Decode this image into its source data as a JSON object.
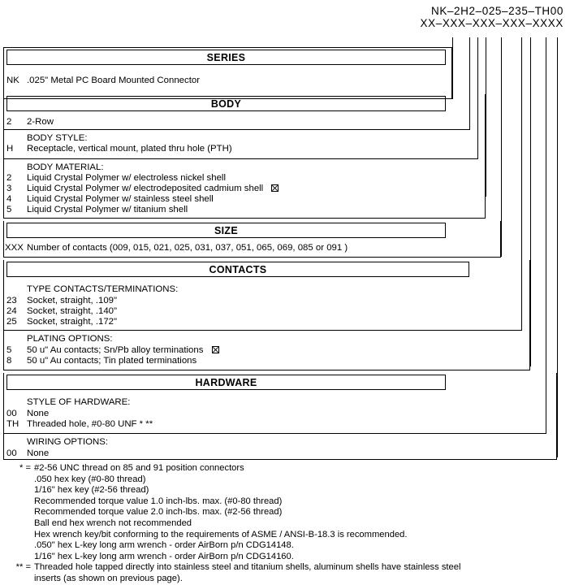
{
  "part_number": {
    "example": "NK–2H2–025–235–TH00",
    "mask": "XX–XXX–XXX–XXX–XXXX"
  },
  "sections": [
    {
      "title": "SERIES",
      "groups": [
        {
          "label": "",
          "options": [
            {
              "code": "NK",
              "text": ".025\" Metal PC Board Mounted Connector",
              "checked": false
            }
          ]
        }
      ]
    },
    {
      "title": "BODY",
      "groups": [
        {
          "label": "",
          "options": [
            {
              "code": "2",
              "text": "2-Row",
              "checked": false
            }
          ]
        },
        {
          "label": "BODY STYLE:",
          "options": [
            {
              "code": "H",
              "text": "Receptacle, vertical mount, plated thru hole (PTH)",
              "checked": false
            }
          ]
        },
        {
          "label": "BODY MATERIAL:",
          "options": [
            {
              "code": "2",
              "text": "Liquid Crystal Polymer w/ electroless nickel shell",
              "checked": false
            },
            {
              "code": "3",
              "text": "Liquid Crystal Polymer w/ electrodeposited cadmium shell",
              "checked": true
            },
            {
              "code": "4",
              "text": "Liquid Crystal Polymer w/ stainless steel shell",
              "checked": false
            },
            {
              "code": "5",
              "text": "Liquid Crystal Polymer w/ titanium shell",
              "checked": false
            }
          ]
        }
      ]
    },
    {
      "title": "SIZE",
      "groups": [
        {
          "label": "",
          "options": [
            {
              "code": "XXX",
              "text": "Number of contacts (009, 015, 021, 025, 031, 037, 051, 065, 069, 085 or 091 )",
              "checked": false
            }
          ]
        }
      ]
    },
    {
      "title": "CONTACTS",
      "groups": [
        {
          "label": "TYPE CONTACTS/TERMINATIONS:",
          "options": [
            {
              "code": "23",
              "text": "Socket, straight, .109\"",
              "checked": false
            },
            {
              "code": "24",
              "text": "Socket, straight, .140\"",
              "checked": false
            },
            {
              "code": "25",
              "text": "Socket, straight, .172\"",
              "checked": false
            }
          ]
        },
        {
          "label": "PLATING OPTIONS:",
          "options": [
            {
              "code": "5",
              "text": "50 u\" Au contacts; Sn/Pb alloy terminations",
              "checked": true
            },
            {
              "code": "8",
              "text": "50 u\" Au contacts; Tin plated terminations",
              "checked": false
            }
          ]
        }
      ]
    },
    {
      "title": "HARDWARE",
      "groups": [
        {
          "label": "STYLE OF HARDWARE:",
          "options": [
            {
              "code": "00",
              "text": "None",
              "checked": false
            },
            {
              "code": "TH",
              "text": "Threaded hole, #0-80 UNF * **",
              "checked": false
            }
          ]
        },
        {
          "label": "WIRING OPTIONS:",
          "options": [
            {
              "code": "00",
              "text": "None",
              "checked": false
            }
          ]
        }
      ]
    }
  ],
  "footnotes": [
    {
      "mark": "* =",
      "indent": false,
      "text": "#2-56 UNC thread on 85 and 91 position connectors"
    },
    {
      "mark": "",
      "indent": true,
      "text": ".050 hex key (#0-80 thread)"
    },
    {
      "mark": "",
      "indent": true,
      "text": "1/16\" hex key (#2-56 thread)"
    },
    {
      "mark": "",
      "indent": true,
      "text": "Recommended torque value 1.0 inch-lbs. max. (#0-80 thread)"
    },
    {
      "mark": "",
      "indent": true,
      "text": "Recommended torque value 2.0 inch-lbs. max. (#2-56 thread)"
    },
    {
      "mark": "",
      "indent": true,
      "text": "Ball end hex wrench not recommended"
    },
    {
      "mark": "",
      "indent": true,
      "text": "Hex wrench key/bit conforming to the requirements of ASME / ANSI-B-18.3 is recommended."
    },
    {
      "mark": "",
      "indent": true,
      "text": ".050\" hex L-key long arm wrench - order AirBorn p/n CDG14148."
    },
    {
      "mark": "",
      "indent": true,
      "text": "1/16\" hex L-key long arm wrench - order AirBorn p/n CDG14160."
    },
    {
      "mark": "** =",
      "indent": false,
      "text": "Threaded hole tapped directly into stainless steel and titanium shells, aluminum shells have stainless steel"
    },
    {
      "mark": "",
      "indent": true,
      "text": "inserts (as shown on previous page)."
    }
  ]
}
